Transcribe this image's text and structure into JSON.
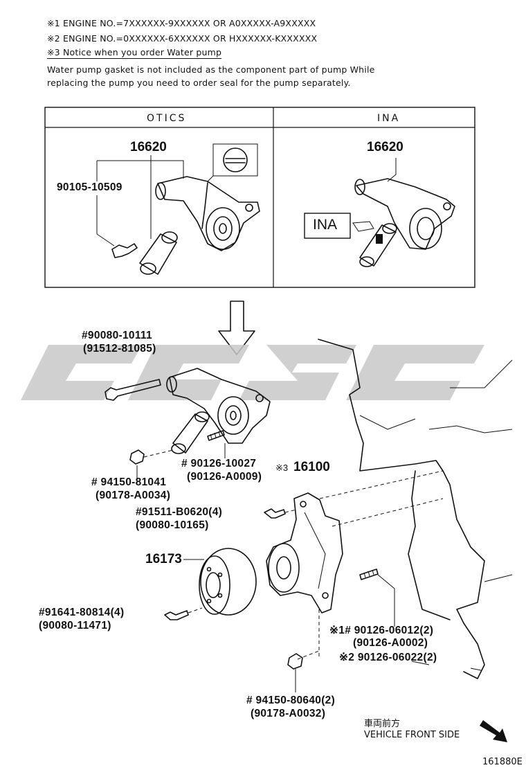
{
  "notes": {
    "line1": "※1 ENGINE NO.=7XXXXXX-9XXXXXX OR A0XXXXX-A9XXXXX",
    "line2": "※2 ENGINE NO.=0XXXXXX-6XXXXXX OR HXXXXXX-KXXXXXX",
    "line3": "※3 Notice when you order Water pump",
    "line4": "Water pump gasket is not included as the component part of pump While",
    "line5": "replacing the pump you need to order seal for the pump separately."
  },
  "table": {
    "col_otics": "OTICS",
    "col_ina": "INA",
    "otics_part": "16620",
    "otics_bolt": "90105-10509",
    "ina_part": "16620",
    "ina_label": "INA"
  },
  "parts": {
    "p1a": "#90080-10111",
    "p1b": "(91512-81085)",
    "p2a": "# 90126-10027",
    "p2b": "(90126-A0009)",
    "p3a": "# 94150-81041",
    "p3b": "(90178-A0034)",
    "p4_mark": "※3",
    "p4": "16100",
    "p5a": "#91511-B0620(4)",
    "p5b": "(90080-10165)",
    "p6": "16173",
    "p7a": "#91641-80814(4)",
    "p7b": "(90080-11471)",
    "p8a": "※1# 90126-06012(2)",
    "p8b": "(90126-A0002)",
    "p8c": "※2 90126-06022(2)",
    "p9a": "# 94150-80640(2)",
    "p9b": "(90178-A0032)"
  },
  "direction": {
    "jp": "車両前方",
    "en": "VEHICLE FRONT SIDE"
  },
  "figure_code": "161880E"
}
